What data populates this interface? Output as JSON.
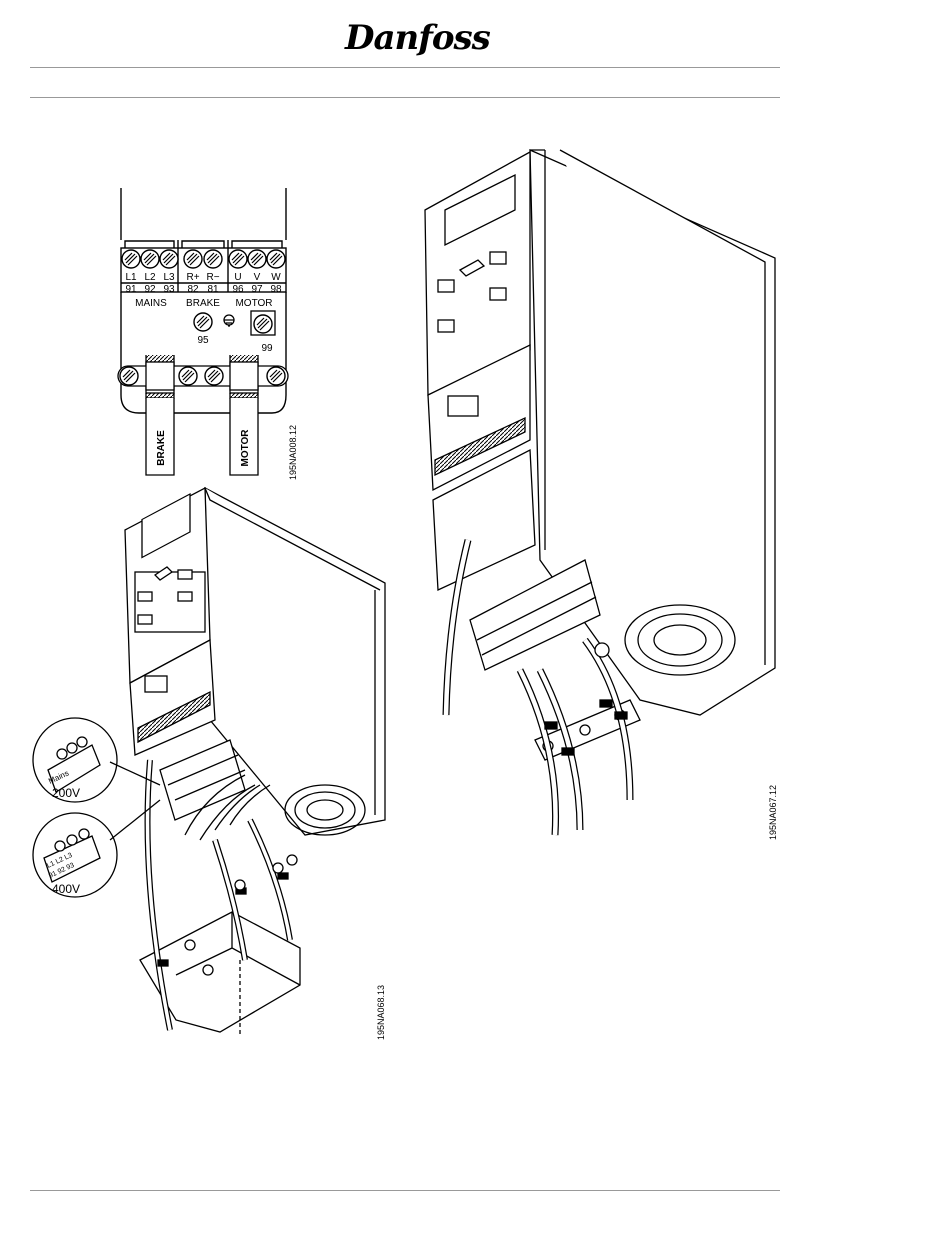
{
  "header": {
    "brand_logo_text": "Danfoss"
  },
  "terminal_diagram": {
    "mains_terminals": [
      "L1",
      "L2",
      "L3"
    ],
    "mains_numbers": [
      "91",
      "92",
      "93"
    ],
    "brake_terminals": [
      "R+",
      "R−"
    ],
    "brake_numbers": [
      "82",
      "81"
    ],
    "motor_terminals": [
      "U",
      "V",
      "W"
    ],
    "motor_numbers": [
      "96",
      "97",
      "98"
    ],
    "group_mains": "MAINS",
    "group_brake": "BRAKE",
    "group_motor": "MOTOR",
    "earth_left": "95",
    "earth_right": "99",
    "cable_brake": "BRAKE",
    "cable_motor": "MOTOR",
    "figure_code": "195NA008.12"
  },
  "lower_left_drawing": {
    "inset_top_label": "Mains",
    "inset_top_voltage": "200V",
    "inset_bottom_terms": "L1 L2 L3",
    "inset_bottom_nums": "91 92 93",
    "inset_bottom_voltage": "400V",
    "figure_code": "195NA068.13"
  },
  "right_drawing": {
    "figure_code": "195NA067.12"
  }
}
